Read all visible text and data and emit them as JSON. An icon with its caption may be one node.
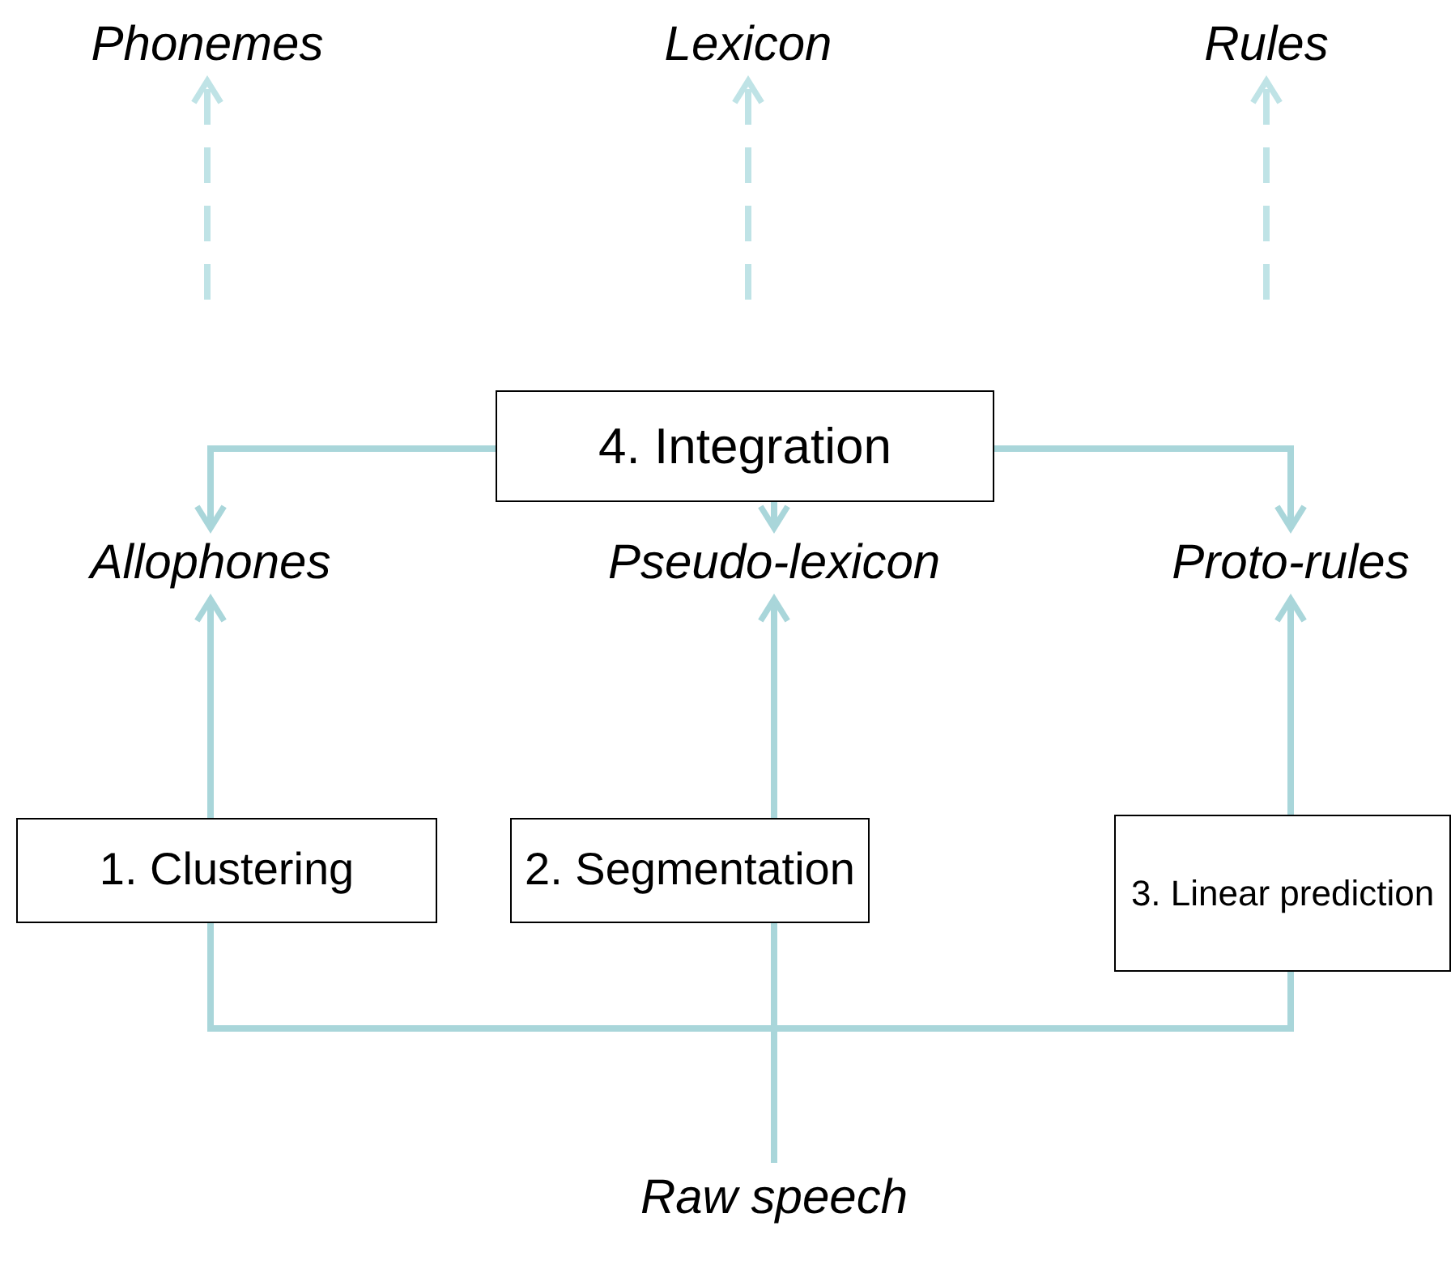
{
  "diagram": {
    "nodes": [
      {
        "text": [
          "Phonemes"
        ]
      },
      {
        "text": [
          "Lexicon"
        ]
      },
      {
        "text": [
          "Rules"
        ]
      },
      {
        "text": [
          "4. Integration"
        ]
      },
      {
        "text": [
          "Allophones"
        ]
      },
      {
        "text": [
          "Pseudo-lexicon"
        ]
      },
      {
        "text": [
          "Proto-rules"
        ]
      },
      {
        "text": [
          "1. Clustering"
        ]
      },
      {
        "text": [
          "2. Segmentation"
        ]
      },
      {
        "text": [
          "3. Linear prediction"
        ]
      },
      {
        "text": [
          "Raw speech"
        ]
      }
    ],
    "edges": [
      {
        "from": null,
        "to": 0,
        "arrow": "to",
        "style": "dashed"
      },
      {
        "from": null,
        "to": 1,
        "arrow": "to",
        "style": "dashed"
      },
      {
        "from": null,
        "to": 2,
        "arrow": "to",
        "style": "dashed"
      },
      {
        "from": 3,
        "to": 4,
        "arrow": "to"
      },
      {
        "from": 3,
        "to": 5,
        "arrow": "to"
      },
      {
        "from": 3,
        "to": 6,
        "arrow": "to"
      },
      {
        "from": 7,
        "to": 4,
        "arrow": "to"
      },
      {
        "from": 8,
        "to": 5,
        "arrow": "to"
      },
      {
        "from": 9,
        "to": 6,
        "arrow": "to"
      },
      {
        "from": 10,
        "to": 7,
        "arrow": "none"
      },
      {
        "from": 10,
        "to": 8,
        "arrow": "none"
      },
      {
        "from": 10,
        "to": 9,
        "arrow": "none"
      }
    ]
  }
}
